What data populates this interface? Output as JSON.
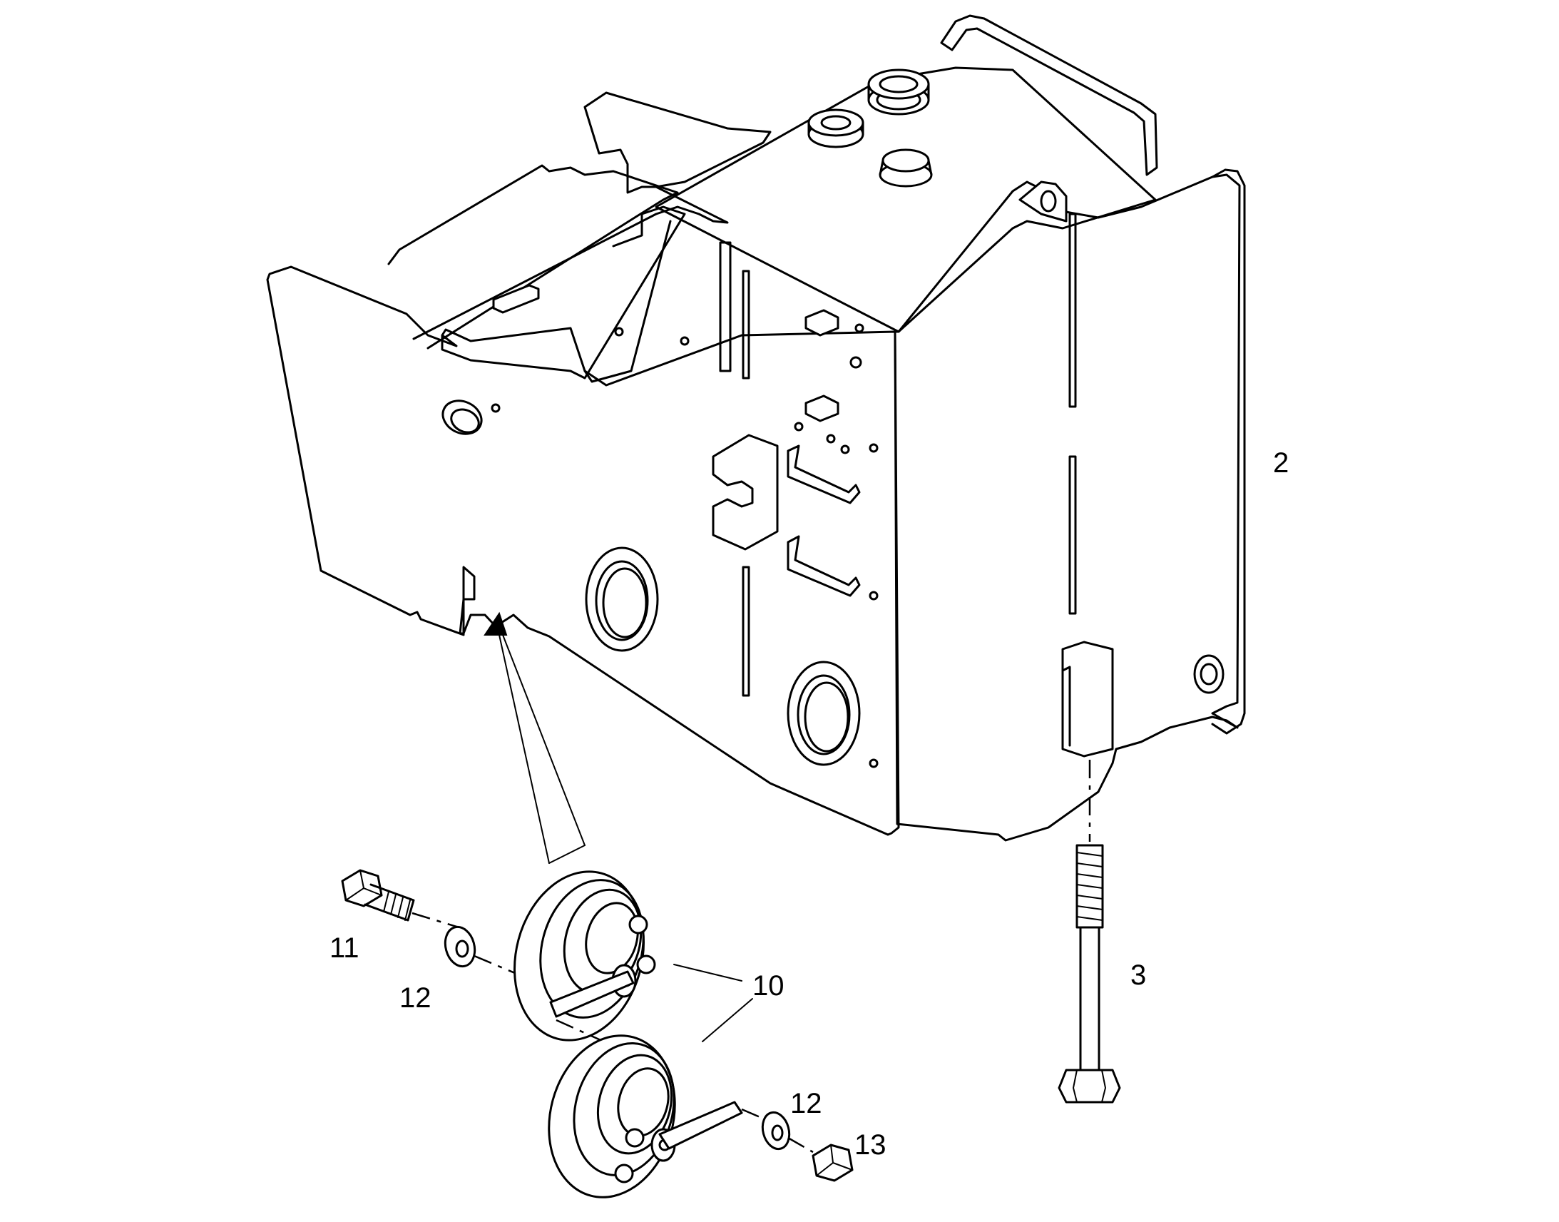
{
  "callouts": {
    "tank": "2",
    "bolt_long": "3",
    "horn": "10",
    "screw": "11",
    "washer_left": "12",
    "washer_right": "12",
    "nut": "13"
  },
  "colors": {
    "line": "#000000",
    "background": "#ffffff"
  }
}
